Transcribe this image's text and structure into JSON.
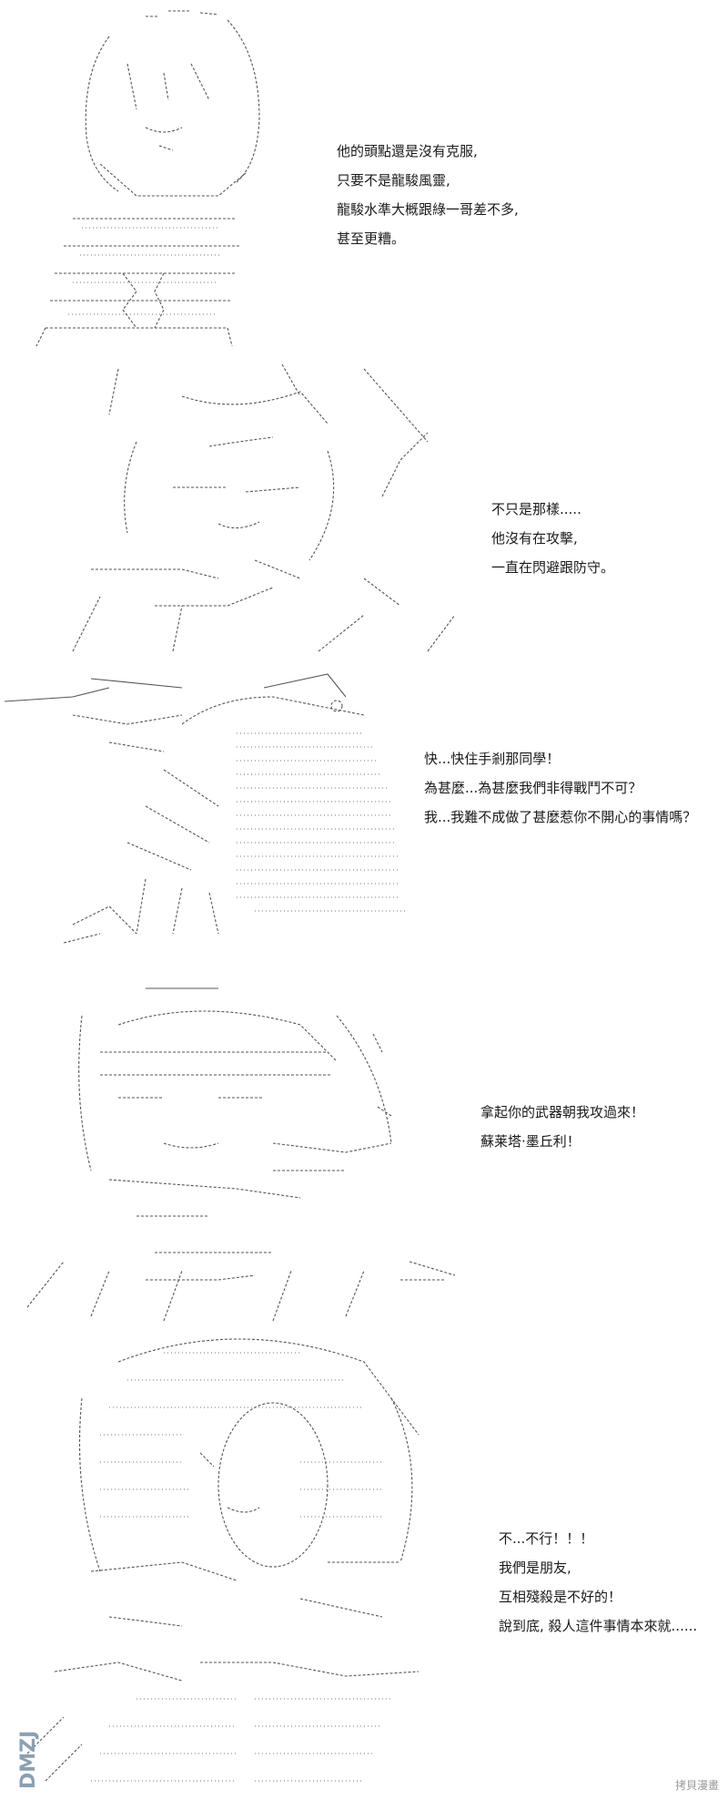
{
  "panels": [
    {
      "lines": [
        "他的頭點還是沒有克服,",
        "只要不是龍駿風靈,",
        "龍駿水準大概跟綠一哥差不多,",
        "甚至更糟。"
      ]
    },
    {
      "lines": [
        "不只是那樣.....",
        "他沒有在攻擊,",
        "一直在閃避跟防守。"
      ]
    },
    {
      "lines": [
        "快...快住手剎那同學！",
        "為甚麼...為甚麼我們非得戰鬥不可？",
        "我...我難不成做了甚麼惹你不開心的事情嗎？"
      ]
    },
    {
      "lines": [
        "拿起你的武器朝我攻過來！",
        "蘇莱塔·墨丘利！"
      ]
    },
    {
      "lines": [
        "不...不行！！！",
        "我們是朋友,",
        "互相殘殺是不好的！",
        "說到底, 殺人這件事情本來就......"
      ]
    }
  ],
  "watermark": {
    "logo_text": "DMZJ",
    "credit": "拷貝漫畫"
  }
}
